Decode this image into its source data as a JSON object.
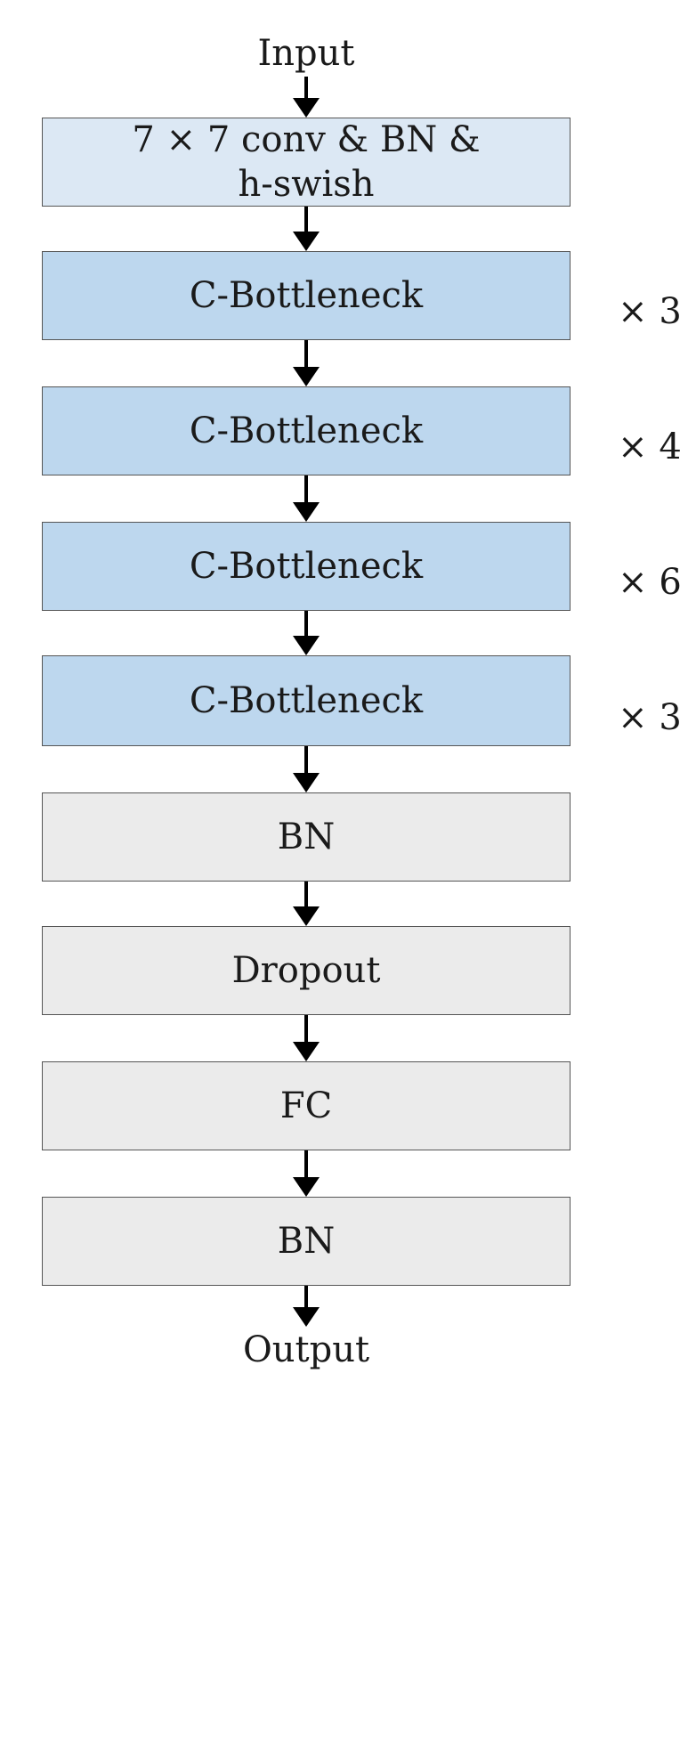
{
  "input_label": "Input",
  "output_label": "Output",
  "stem": {
    "line1": "7 × 7 conv & BN &",
    "line2": "h-swish"
  },
  "bottlenecks": [
    {
      "label": "C-Bottleneck",
      "repeat": "× 3"
    },
    {
      "label": "C-Bottleneck",
      "repeat": "× 4"
    },
    {
      "label": "C-Bottleneck",
      "repeat": "× 6"
    },
    {
      "label": "C-Bottleneck",
      "repeat": "× 3"
    }
  ],
  "head_layers": [
    {
      "label": "BN"
    },
    {
      "label": "Dropout"
    },
    {
      "label": "FC"
    },
    {
      "label": "BN"
    }
  ],
  "colors": {
    "stem_fill": "#dce8f4",
    "bottleneck_fill": "#bdd7ee",
    "head_fill": "#ebebeb",
    "border": "#555555",
    "arrow": "#000000"
  }
}
